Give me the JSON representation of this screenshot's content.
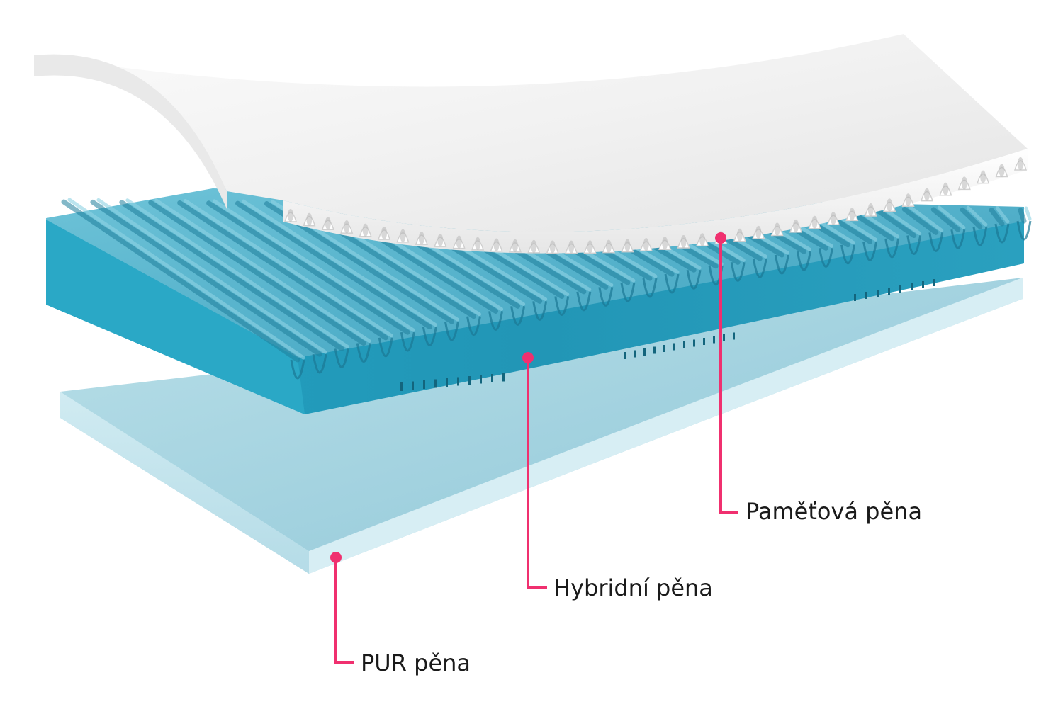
{
  "callouts": {
    "memory_foam": {
      "label": "Paměťová pěna"
    },
    "hybrid_foam": {
      "label": "Hybridní pěna"
    },
    "pur_foam": {
      "label": "PUR pěna"
    }
  },
  "colors": {
    "accent": "#f0306f",
    "memory_foam": "#f1f1f1",
    "hybrid_foam": "#2e9ab8",
    "pur_foam": "#c6e6ee",
    "text": "#1a1a1a"
  }
}
